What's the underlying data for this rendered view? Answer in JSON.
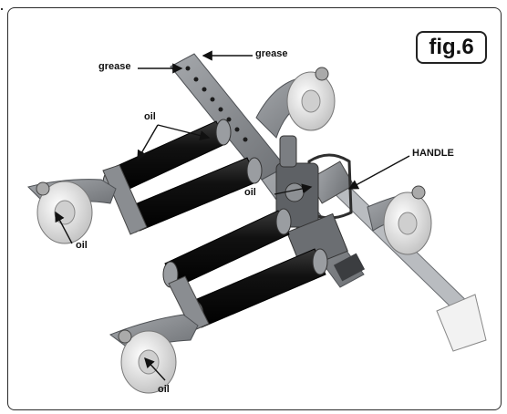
{
  "figure": {
    "label": "fig.6"
  },
  "callouts": {
    "grease_top": "grease",
    "grease_left": "grease",
    "oil_rollers": "oil",
    "handle": "HANDLE",
    "oil_center": "oil",
    "oil_left_caster": "oil",
    "oil_bottom_caster": "oil"
  },
  "colors": {
    "frame": "#2a2a2a",
    "metal": "#8c8f93",
    "metal_dark": "#5d6064",
    "roller": "#111111",
    "roller_highlight": "#4a4a4a",
    "wheel": "#e4e4e4"
  }
}
